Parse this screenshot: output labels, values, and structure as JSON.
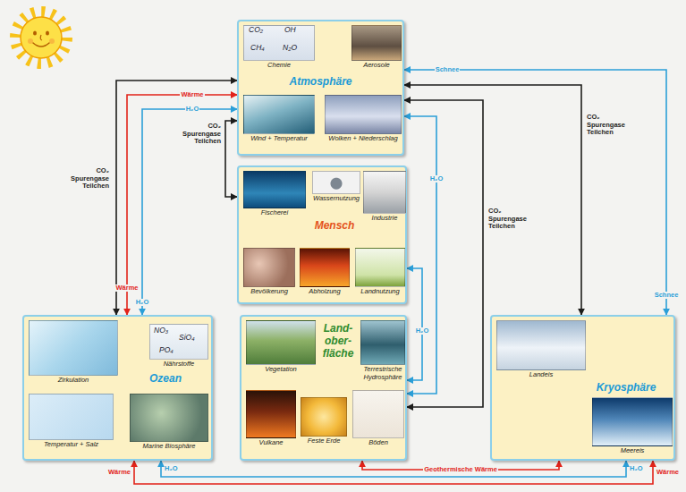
{
  "diagram": {
    "nodes": [
      {
        "text": [
          "Atmosphäre"
        ]
      },
      {
        "text": [
          "Chemie"
        ],
        "in": 0
      },
      {
        "text": [
          "Aerosole"
        ],
        "in": 0
      },
      {
        "text": [
          "Wind + Temperatur"
        ],
        "in": 0
      },
      {
        "text": [
          "Wolken + Niederschlag"
        ],
        "in": 0
      },
      {
        "text": [
          "Mensch"
        ]
      },
      {
        "text": [
          "Fischerei"
        ],
        "in": 5
      },
      {
        "text": [
          "Wassernutzung"
        ],
        "in": 5
      },
      {
        "text": [
          "Industrie"
        ],
        "in": 5
      },
      {
        "text": [
          "Bevölkerung"
        ],
        "in": 5
      },
      {
        "text": [
          "Abholzung"
        ],
        "in": 5
      },
      {
        "text": [
          "Landnutzung"
        ],
        "in": 5
      },
      {
        "text": [
          "Ozean"
        ]
      },
      {
        "text": [
          "Zirkulation"
        ],
        "in": 12
      },
      {
        "text": [
          "Nährstoffe"
        ],
        "in": 12
      },
      {
        "text": [
          "Temperatur + Salz"
        ],
        "in": 12
      },
      {
        "text": [
          "Marine Biosphäre"
        ],
        "in": 12
      },
      {
        "text": [
          "Land- ober- fläche"
        ]
      },
      {
        "text": [
          "Vegetation"
        ],
        "in": 17
      },
      {
        "text": [
          "Terrestrische Hydrosphäre"
        ],
        "in": 17
      },
      {
        "text": [
          "Vulkane"
        ],
        "in": 17
      },
      {
        "text": [
          "Feste Erde"
        ],
        "in": 17
      },
      {
        "text": [
          "Böden"
        ],
        "in": 17
      },
      {
        "text": [
          "Kryosphäre"
        ]
      },
      {
        "text": [
          "Landeis"
        ],
        "in": 23
      },
      {
        "text": [
          "Meereis"
        ],
        "in": 23
      }
    ],
    "edges": [
      {
        "from": 12,
        "to": 0,
        "arrow": "both",
        "label": "CO₂ Spurengase Teilchen"
      },
      {
        "from": 12,
        "to": 0,
        "arrow": "both",
        "label": "Wärme"
      },
      {
        "from": 12,
        "to": 0,
        "arrow": "both",
        "label": "H₂O"
      },
      {
        "from": 0,
        "to": 5,
        "arrow": "both",
        "label": "CO₂ Spurengase Teilchen"
      },
      {
        "from": 0,
        "to": 17,
        "arrow": "both",
        "label": "H₂O"
      },
      {
        "from": 5,
        "to": 17,
        "arrow": "both",
        "label": "H₂O"
      },
      {
        "from": 0,
        "to": 17,
        "arrow": "both",
        "label": "CO₂ Spurengase Teilchen"
      },
      {
        "from": 0,
        "to": 23,
        "arrow": "both",
        "label": "CO₂ Spurengase Teilchen"
      },
      {
        "from": 0,
        "to": 23,
        "arrow": "both",
        "label": "Schnee"
      },
      {
        "from": 17,
        "to": 23,
        "arrow": "both",
        "label": "Geothermische Wärme"
      },
      {
        "from": 12,
        "to": 23,
        "arrow": "both",
        "label": "Wärme"
      },
      {
        "from": 12,
        "to": 23,
        "arrow": "both",
        "label": "H₂O"
      }
    ],
    "labels": [
      "CO₂",
      "OH",
      "CH₄",
      "N₂O",
      "Wärme",
      "H₂O",
      "Schnee",
      "NO₃",
      "SiO₄",
      "PO₄",
      "Wärme",
      "H₂O"
    ]
  }
}
